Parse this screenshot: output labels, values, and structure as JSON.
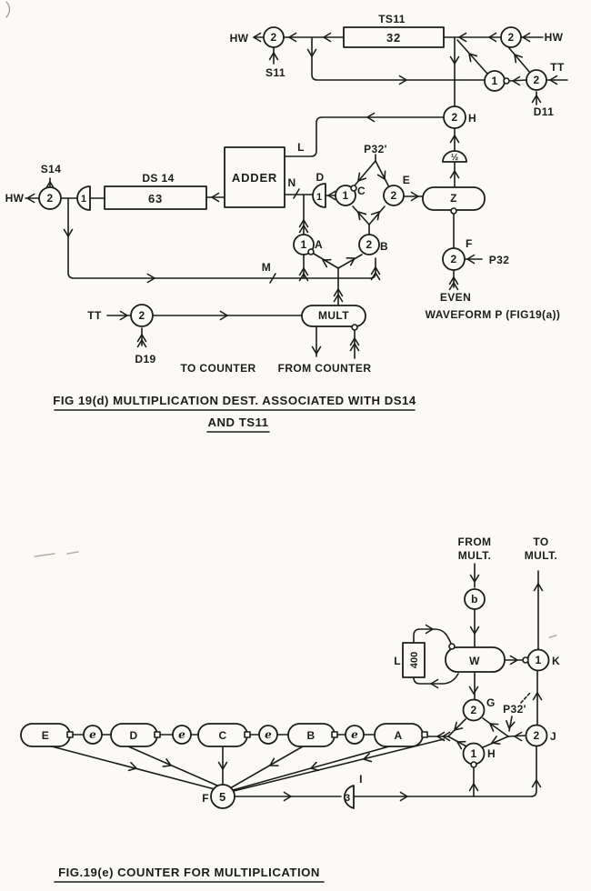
{
  "colors": {
    "ink": "#1c1c1c",
    "paper": "#fbfaf6"
  },
  "d": {
    "caption1": "FIG 19(d) MULTIPLICATION DEST. ASSOCIATED WITH DS14",
    "caption2": "AND TS11",
    "hw_out_top": "HW",
    "gate_out_top": "2",
    "s11": "S11",
    "ts11_label": "TS11",
    "ts11_value": "32",
    "gate_in_top": "2",
    "hw_in_top": "HW",
    "gate_or_top": "1",
    "gate_tt_top": "2",
    "tt_top": "TT",
    "d11": "D11",
    "gate_h": "2",
    "port_h": "H",
    "gate_half": "½",
    "port_l": "L",
    "adder": "ADDER",
    "ds14_label": "DS 14",
    "ds14_value": "63",
    "gate_ds14": "1",
    "gate_s14": "2",
    "s14": "S14",
    "hw_out_mid": "HW",
    "port_n": "N",
    "port_d": "D",
    "gate_d": "1",
    "gate_c": "1",
    "port_c": "C",
    "p32_prime": "P32'",
    "gate_e": "2",
    "port_e": "E",
    "z": "Z",
    "gate_a": "1",
    "port_a": "A",
    "gate_b": "2",
    "port_b": "B",
    "port_m": "M",
    "gate_f": "2",
    "port_f": "F",
    "p32": "P32",
    "even1": "EVEN",
    "even2": "WAVEFORM P (FIG19(a))",
    "tt_in": "TT",
    "gate_tt": "2",
    "d19": "D19",
    "mult": "MULT",
    "to_counter": "TO COUNTER",
    "from_counter": "FROM COUNTER"
  },
  "e": {
    "caption": "FIG.19(e) COUNTER FOR MULTIPLICATION",
    "from1": "FROM",
    "from2": "MULT.",
    "to1": "TO",
    "to2": "MULT.",
    "b": "b",
    "w": "W",
    "l_port": "L",
    "l_value": "400",
    "k": "1",
    "k_port": "K",
    "g": "2",
    "g_port": "G",
    "h": "1",
    "h_port": "H",
    "j": "2",
    "j_port": "J",
    "p32_prime": "P32'",
    "f": "5",
    "f_port": "F",
    "gate_i": "3",
    "i_port": "I",
    "stage_e": "E",
    "stage_d": "D",
    "stage_c": "C",
    "stage_b": "B",
    "stage_a": "A",
    "delay": "e"
  }
}
